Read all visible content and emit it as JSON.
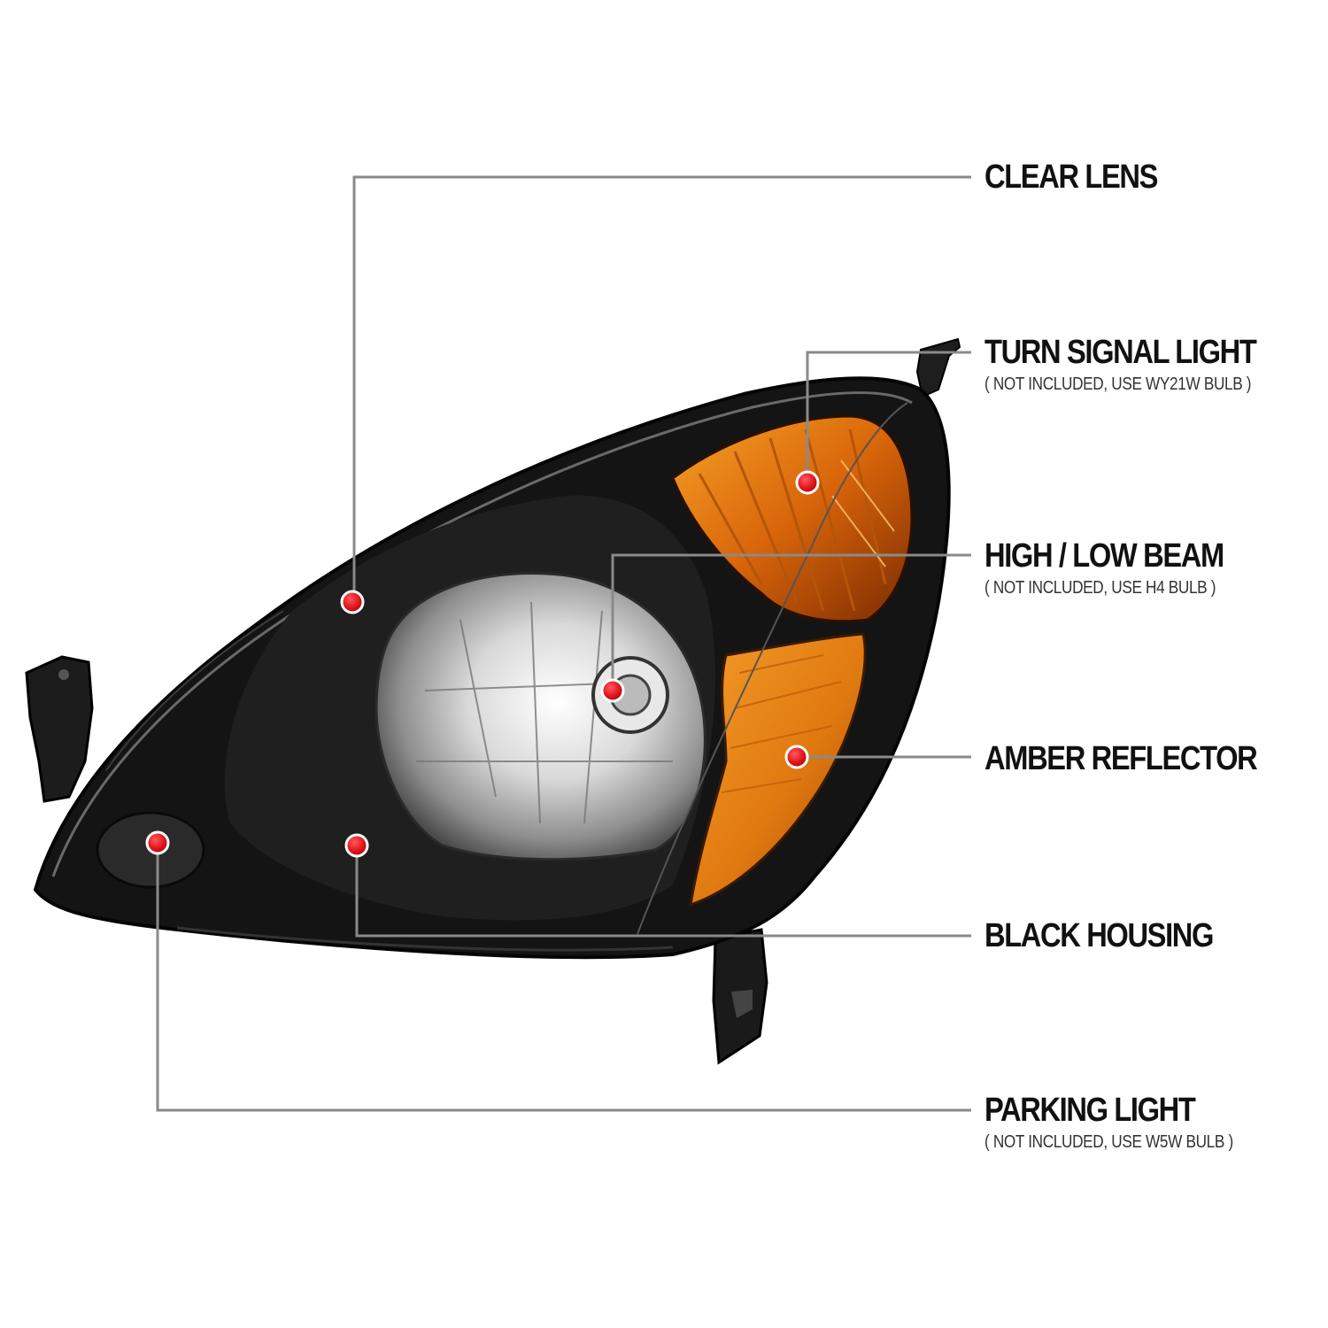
{
  "callouts": [
    {
      "id": "clear-lens",
      "label": "CLEAR LENS",
      "note": ""
    },
    {
      "id": "turn-signal-light",
      "label": "TURN SIGNAL LIGHT",
      "note": "( NOT INCLUDED, USE  WY21W  BULB )"
    },
    {
      "id": "high-low-beam",
      "label": "HIGH / LOW BEAM",
      "note": "( NOT INCLUDED, USE  H4  BULB )"
    },
    {
      "id": "amber-reflector",
      "label": "AMBER REFLECTOR",
      "note": ""
    },
    {
      "id": "black-housing",
      "label": "BLACK HOUSING",
      "note": ""
    },
    {
      "id": "parking-light",
      "label": "PARKING LIGHT",
      "note": "( NOT INCLUDED, USE  W5W  BULB )"
    }
  ],
  "colors": {
    "leader_line": "#8a8a8a",
    "accent_red": "#c0141c",
    "marker_dot": "#e3141b",
    "housing": "#141414",
    "amber": "#e07a10",
    "chrome": "#cfcfcf"
  }
}
